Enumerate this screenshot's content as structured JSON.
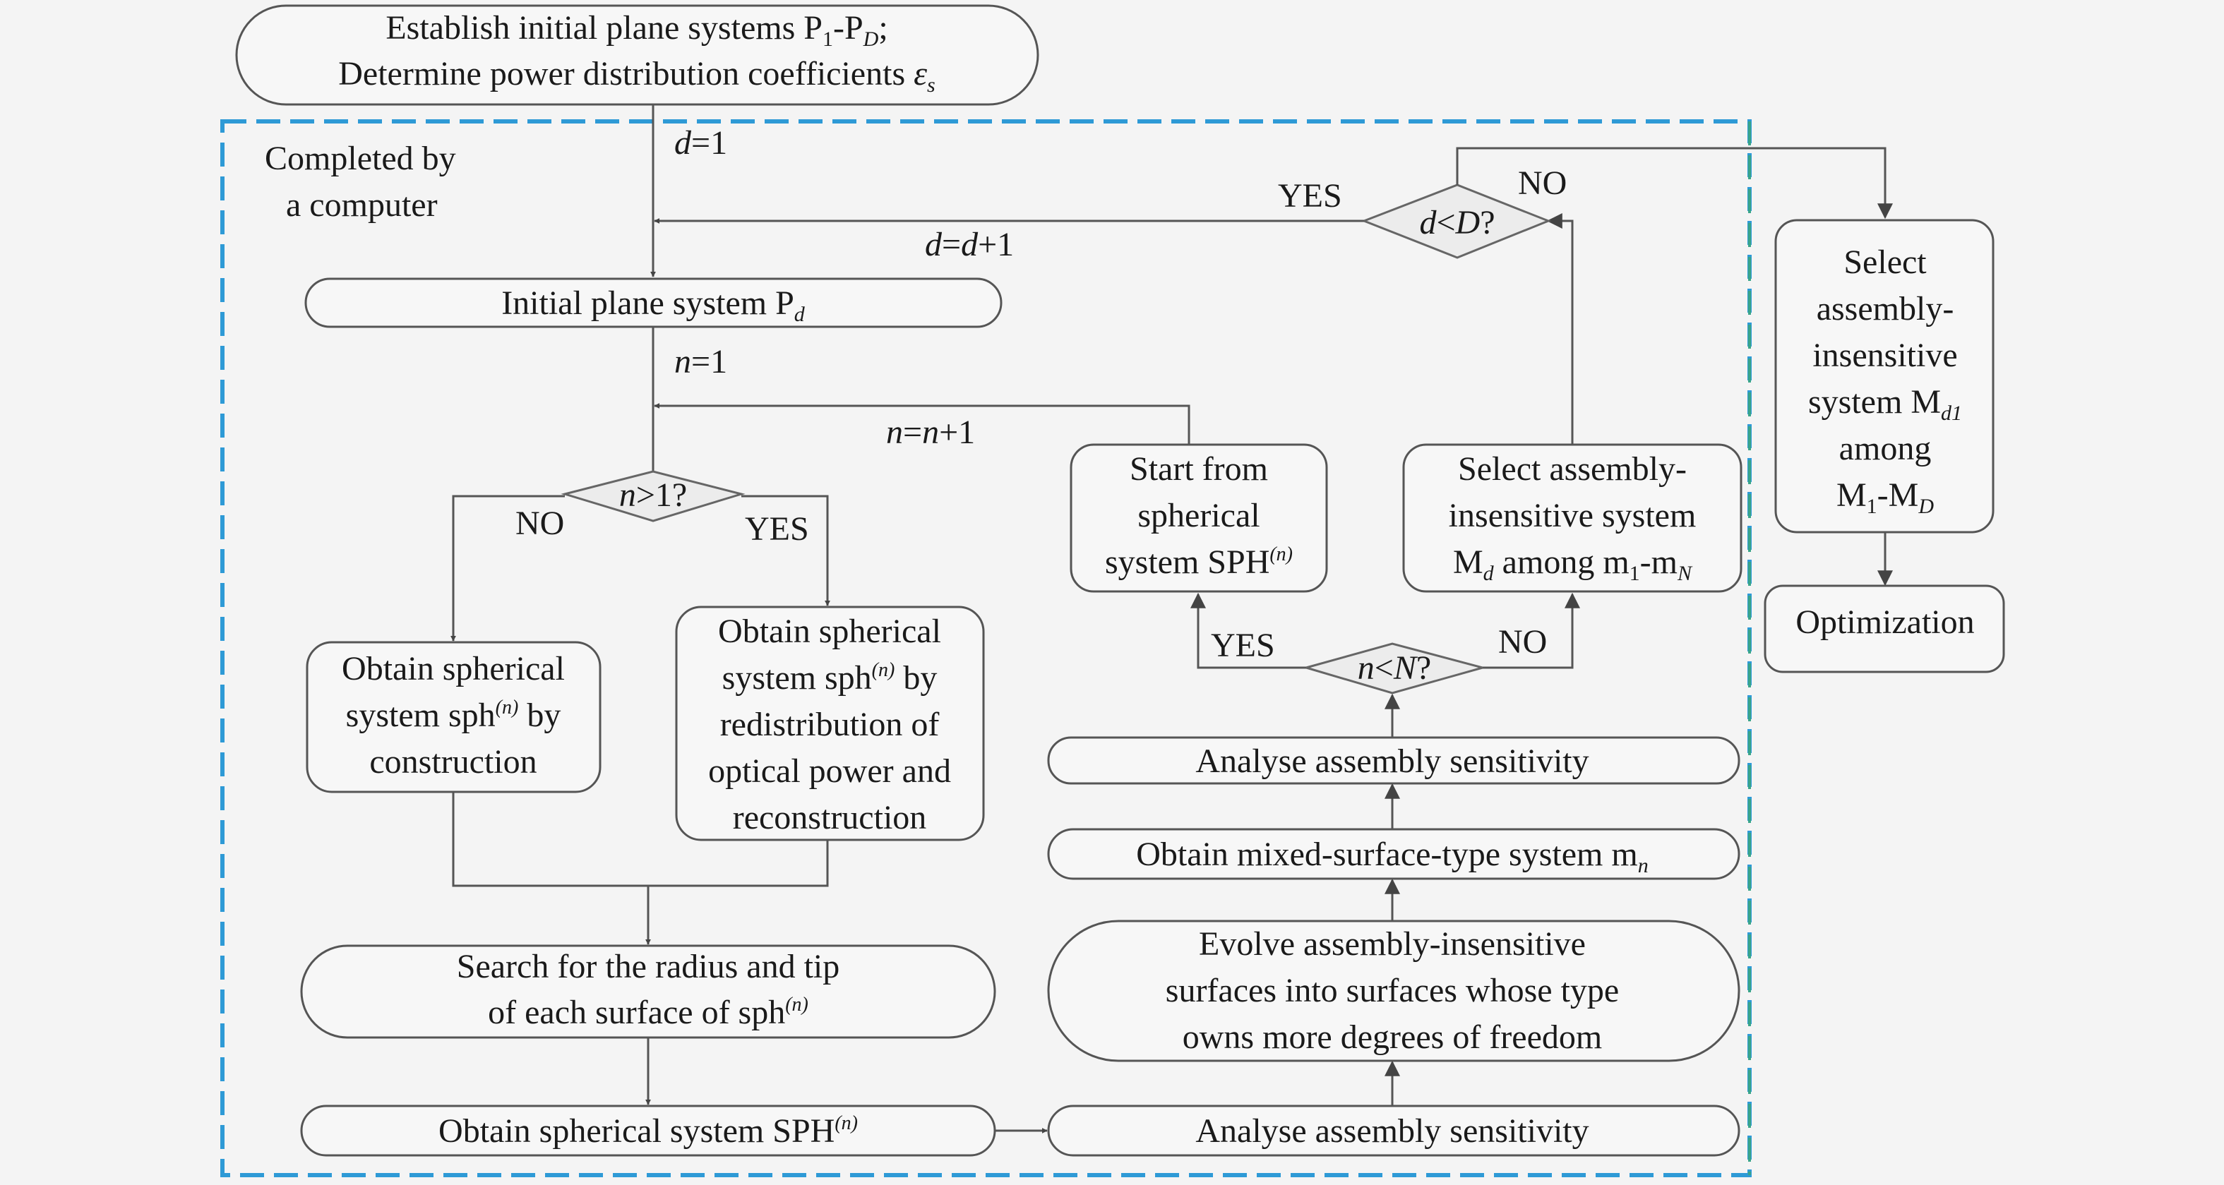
{
  "diagram": {
    "dashed_region_label": [
      "Completed by",
      "a computer"
    ],
    "start": {
      "line1": {
        "pre": "Establish initial plane systems P",
        "sub1": "1",
        "mid": "-P",
        "sub2": "D",
        "post": ";"
      },
      "line2": {
        "pre": "Determine power distribution coefficients ",
        "sym": "ε",
        "sub": "s"
      }
    },
    "d_init": {
      "var": "d",
      "rest": "=1"
    },
    "d_inc": {
      "v1": "d",
      "eq": "=",
      "v2": "d",
      "rest": "+1"
    },
    "d_decision": {
      "var": "d",
      "op": "<",
      "var2": "D",
      "q": "?"
    },
    "d_yes": "YES",
    "d_no": "NO",
    "initial_plane": {
      "text": "Initial plane system P",
      "sub": "d"
    },
    "n_init": {
      "var": "n",
      "rest": "=1"
    },
    "n_inc": {
      "v1": "n",
      "eq": "=",
      "v2": "n",
      "rest": "+1"
    },
    "n_decision": {
      "var": "n",
      "rest": ">1?"
    },
    "n_no": "NO",
    "n_yes": "YES",
    "construct_box": {
      "line1": "Obtain spherical",
      "line2": {
        "pre": "system sph",
        "sup": "(n)",
        "post": " by"
      },
      "line3": "construction"
    },
    "redistribute_box": {
      "line1": "Obtain spherical",
      "line2": {
        "pre": "system sph",
        "sup": "(n)",
        "post": " by"
      },
      "line3": "redistribution of",
      "line4": "optical power and",
      "line5": "reconstruction"
    },
    "search_box": {
      "line1": "Search for the radius and tip",
      "line2": {
        "pre": "of each surface of sph",
        "sup": "(n)"
      }
    },
    "obtain_SPH": {
      "pre": "Obtain spherical system SPH",
      "sup": "(n)"
    },
    "analyse_1": "Analyse assembly sensitivity",
    "evolve_box": {
      "line1": "Evolve assembly-insensitive",
      "line2": "surfaces into surfaces whose type",
      "line3": "owns more degrees of freedom"
    },
    "mixed_box": {
      "pre": "Obtain mixed-surface-type system m",
      "sub": "n"
    },
    "analyse_2": "Analyse assembly sensitivity",
    "nN_decision": {
      "var": "n",
      "op": "<",
      "var2": "N",
      "q": "?"
    },
    "nN_yes": "YES",
    "nN_no": "NO",
    "start_sph_box": {
      "line1": "Start from",
      "line2": "spherical",
      "line3": {
        "pre": "system SPH",
        "sup": "(n)"
      }
    },
    "select_Md_box": {
      "line1": "Select assembly-",
      "line2": "insensitive system",
      "line3": {
        "a": "M",
        "a_sub": "d",
        "mid": " among m",
        "b_sub": "1",
        "dash": "-m",
        "c_sub": "N"
      }
    },
    "select_Md1_box": {
      "line1": "Select",
      "line2": "assembly-",
      "line3": "insensitive",
      "line4": {
        "pre": "system M",
        "sub": "d1"
      },
      "line5": "among",
      "line6": {
        "a": "M",
        "a_sub": "1",
        "dash": "-M",
        "b_sub": "D"
      }
    },
    "optimization": "Optimization",
    "colors": {
      "dash_blue": "#2e9ad6",
      "dash_green": "#3aa58a",
      "background": "#f4f4f4"
    }
  }
}
